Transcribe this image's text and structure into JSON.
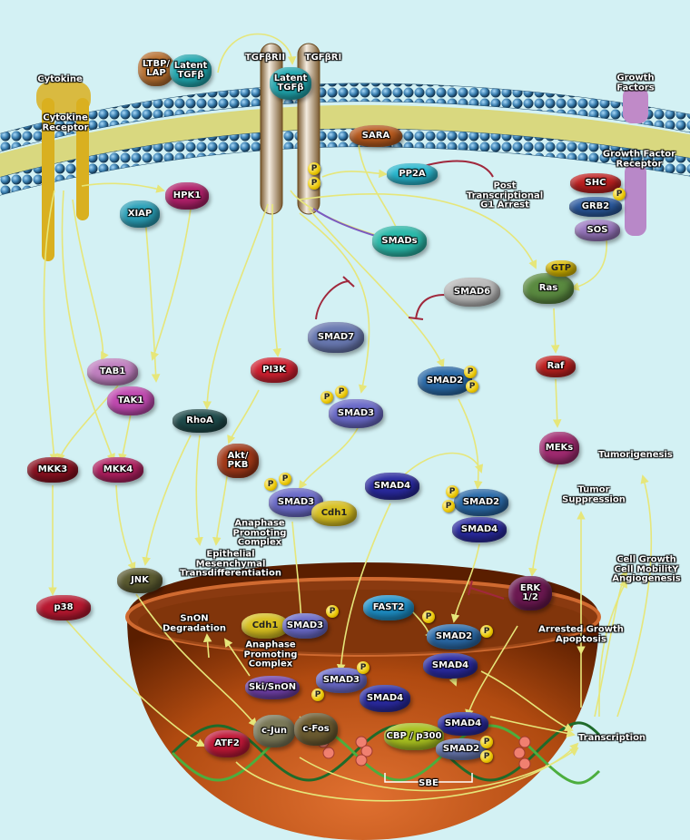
{
  "membrane": {
    "cytokine": "Cytokine",
    "cytokine_receptor": "Cytokine\nReceptor",
    "ltbp_lap": "LTBP/\nLAP",
    "latent_tgf_top": "Latent\nTGFβ",
    "tgf_rii": "TGFβRII",
    "tgf_ri": "TGFβRI",
    "latent_tgf_receptor": "Latent\nTGFβ",
    "growth_factors": "Growth\nFactors",
    "growth_factor_receptor": "Growth Factor\nReceptor",
    "sara": "SARA"
  },
  "proteins": {
    "pp2a": "PP2A",
    "xiap": "XIAP",
    "hpk1": "HPK1",
    "smads": "SMADs",
    "shc": "SHC",
    "grb2": "GRB2",
    "sos": "SOS",
    "ras": "Ras",
    "gtp": "GTP",
    "smad6": "SMAD6",
    "smad7": "SMAD7",
    "tab1": "TAB1",
    "tak1": "TAK1",
    "pi3k": "PI3K",
    "smad2_cyt": "SMAD2",
    "raf": "Raf",
    "smad3_cyt": "SMAD3",
    "rhoa": "RhoA",
    "mkk3": "MKK3",
    "mkk4": "MKK4",
    "akt": "Akt/\nPKB",
    "meks": "MEKs",
    "smad3_complex": "SMAD3",
    "smad4_free": "SMAD4",
    "smad2_complex": "SMAD2",
    "smad4_complex": "SMAD4",
    "cdh1_cyt": "Cdh1",
    "jnk": "JNK",
    "erk": "ERK\n1/2",
    "p38": "p38",
    "snon_deg": "SnON\nDegradation",
    "cdh1_nuc": "Cdh1",
    "smad3_nuc": "SMAD3",
    "fast2": "FAST2",
    "smad2_nuc": "SMAD2",
    "smad4_nuc_a": "SMAD4",
    "smad3_nuc2": "SMAD3",
    "smad4_nuc_b": "SMAD4",
    "ski_snon": "Ski/SnON",
    "atf2": "ATF2",
    "cjun": "c-Jun",
    "cfos": "c-Fos",
    "cbp_p300": "CBP / p300",
    "smad4_dna": "SMAD4",
    "smad2_dna": "SMAD2"
  },
  "labels": {
    "post_transcriptional": "Post\nTranscriptional\nG1 Arrest",
    "tumorigenesis": "Tumorigenesis",
    "tumor_suppression": "Tumor\nSuppression",
    "apc_cyt": "Anaphase\nPromoting\nComplex",
    "emt": "Epithelial\nMesenchymal\nTransdifferentiation",
    "growth_mobility": "Cell Growth\nCell MobilitY\nAngiogenesis",
    "arrested_growth": "Arrested Growth\nApoptosis",
    "apc_nuc": "Anaphase\nPromoting\nComplex",
    "transcription": "Transcription",
    "sbe": "SBE",
    "phospho": "P"
  },
  "colors": {
    "background": "#d3f1f4",
    "membrane_head": "#3a7fb0",
    "nucleus": "#b04a10",
    "arrow": "#e6e67a",
    "inhibit": "#a0283c"
  }
}
